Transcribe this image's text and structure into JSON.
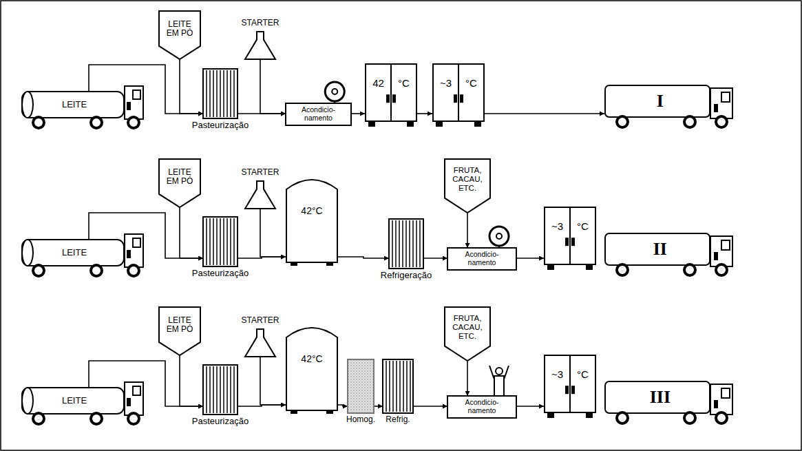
{
  "diagram": {
    "nodes": [
      {
        "text": [
          "LEITE"
        ]
      },
      {
        "text": [
          "LEITE EM PÓ"
        ]
      },
      {
        "text": [
          "Pasteurização"
        ]
      },
      {
        "text": [
          "STARTER"
        ]
      },
      {
        "text": [
          "Acondicio- namento"
        ]
      },
      {
        "text": [
          "42",
          "°C"
        ]
      },
      {
        "text": [
          "~3",
          "°C"
        ]
      },
      {
        "text": [
          "I"
        ]
      },
      {
        "text": [
          "LEITE"
        ]
      },
      {
        "text": [
          "LEITE EM PÓ"
        ]
      },
      {
        "text": [
          "Pasteurização"
        ]
      },
      {
        "text": [
          "STARTER"
        ]
      },
      {
        "text": [
          "42°C"
        ]
      },
      {
        "text": [
          "Refrigeração"
        ]
      },
      {
        "text": [
          "FRUTA, CACAU, ETC."
        ]
      },
      {
        "text": [
          "Acondicio- namento"
        ]
      },
      {
        "text": [
          "~3",
          "°C"
        ]
      },
      {
        "text": [
          "II"
        ]
      },
      {
        "text": [
          "LEITE"
        ]
      },
      {
        "text": [
          "LEITE EM PÓ"
        ]
      },
      {
        "text": [
          "Pasteurização"
        ]
      },
      {
        "text": [
          "STARTER"
        ]
      },
      {
        "text": [
          "42°C"
        ]
      },
      {
        "text": [
          "Homog."
        ]
      },
      {
        "text": [
          "Refrig."
        ]
      },
      {
        "text": [
          "FRUTA, CACAU, ETC."
        ]
      },
      {
        "text": [
          "Acondicio- namento"
        ]
      },
      {
        "text": [
          "~3",
          "°C"
        ]
      },
      {
        "text": [
          "III"
        ]
      }
    ],
    "edges": [
      {
        "from": 0,
        "to": 2,
        "arrow": "to"
      },
      {
        "from": 1,
        "to": 2,
        "arrow": "to"
      },
      {
        "from": 2,
        "to": 4,
        "arrow": "to"
      },
      {
        "from": 3,
        "to": 4,
        "arrow": "to"
      },
      {
        "from": 4,
        "to": 5,
        "arrow": "to"
      },
      {
        "from": 5,
        "to": 6,
        "arrow": "to"
      },
      {
        "from": 6,
        "to": 7,
        "arrow": "to"
      },
      {
        "from": 8,
        "to": 10,
        "arrow": "to"
      },
      {
        "from": 9,
        "to": 10,
        "arrow": "to"
      },
      {
        "from": 10,
        "to": 12,
        "arrow": "to"
      },
      {
        "from": 11,
        "to": 12,
        "arrow": "to"
      },
      {
        "from": 12,
        "to": 13,
        "arrow": "to"
      },
      {
        "from": 13,
        "to": 15,
        "arrow": "to"
      },
      {
        "from": 14,
        "to": 15,
        "arrow": "to"
      },
      {
        "from": 15,
        "to": 16,
        "arrow": "to"
      },
      {
        "from": 18,
        "to": 20,
        "arrow": "to"
      },
      {
        "from": 19,
        "to": 20,
        "arrow": "to"
      },
      {
        "from": 20,
        "to": 22,
        "arrow": "to"
      },
      {
        "from": 21,
        "to": 22,
        "arrow": "to"
      },
      {
        "from": 22,
        "to": 23,
        "arrow": "to"
      },
      {
        "from": 23,
        "to": 24,
        "arrow": "to"
      },
      {
        "from": 24,
        "to": 26,
        "arrow": "to"
      },
      {
        "from": 25,
        "to": 26,
        "arrow": "to"
      },
      {
        "from": 26,
        "to": 27,
        "arrow": "to"
      }
    ]
  }
}
